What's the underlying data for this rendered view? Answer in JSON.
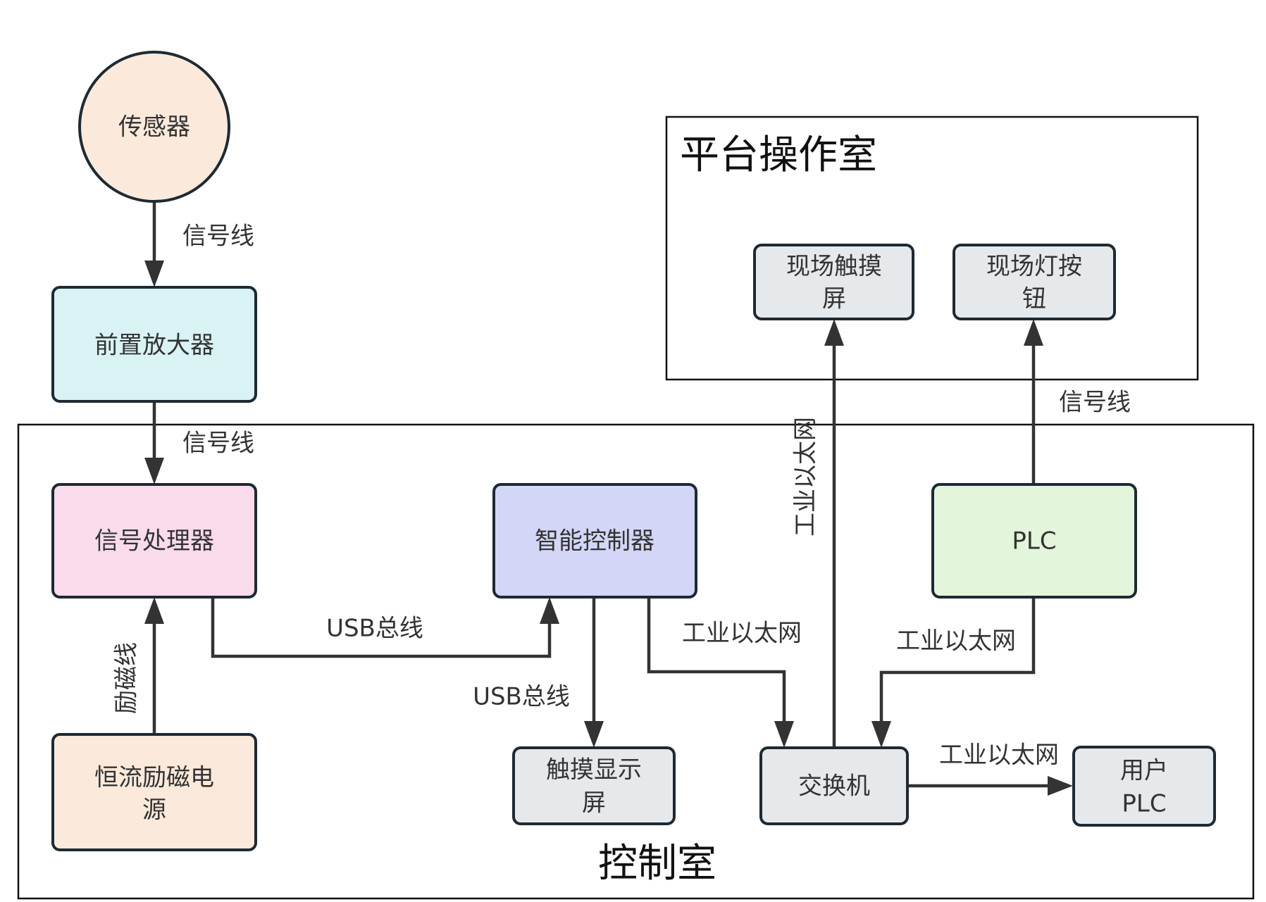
{
  "diagram": {
    "rooms": {
      "platform": {
        "label": "平台操作室"
      },
      "control": {
        "label": "控制室"
      }
    },
    "nodes": {
      "sensor": {
        "lines": [
          "传感器"
        ],
        "fill": "#fbeadb"
      },
      "preamp": {
        "lines": [
          "前置放大器"
        ],
        "fill": "#d9f3f4"
      },
      "signal_processor": {
        "lines": [
          "信号处理器"
        ],
        "fill": "#f9dbec"
      },
      "excitation_power": {
        "lines": [
          "恒流励磁电",
          "源"
        ],
        "fill": "#fbeadb"
      },
      "smart_controller": {
        "lines": [
          "智能控制器"
        ],
        "fill": "#d3d6f6"
      },
      "touch_display": {
        "lines": [
          "触摸显示",
          "屏"
        ],
        "fill": "#e6e9ec"
      },
      "switch": {
        "lines": [
          "交换机"
        ],
        "fill": "#e6e9ec"
      },
      "plc": {
        "lines": [
          "PLC"
        ],
        "fill": "#e3f5db"
      },
      "user_plc": {
        "lines": [
          "用户",
          "PLC"
        ],
        "fill": "#e6e9ec"
      },
      "field_touch_screen": {
        "lines": [
          "现场触摸",
          "屏"
        ],
        "fill": "#e6e9ec"
      },
      "field_button": {
        "lines": [
          "现场灯按",
          "钮"
        ],
        "fill": "#e6e9ec"
      }
    },
    "edges": {
      "sensor_to_preamp": {
        "label": "信号线"
      },
      "preamp_to_processor": {
        "label": "信号线"
      },
      "power_to_processor": {
        "label": "励磁线"
      },
      "processor_to_controller": {
        "label": "USB总线"
      },
      "controller_to_touch": {
        "label": "USB总线"
      },
      "controller_to_switch": {
        "label": "工业以太网"
      },
      "plc_to_switch": {
        "label": "工业以太网"
      },
      "switch_to_field_touch": {
        "label": "工业以太网"
      },
      "plc_to_field_button": {
        "label": "信号线"
      },
      "switch_to_user_plc": {
        "label": "工业以太网"
      }
    },
    "colors": {
      "stroke": "#1e2a33",
      "edge": "#333333"
    }
  }
}
